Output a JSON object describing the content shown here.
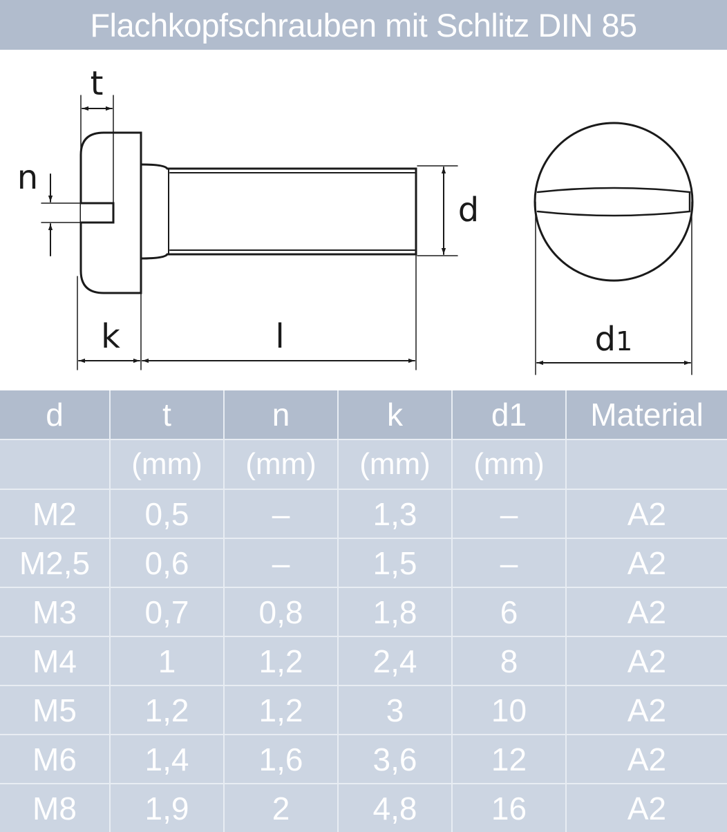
{
  "title": "Flachkopfschrauben mit Schlitz DIN 85",
  "diagram": {
    "labels": {
      "t": "t",
      "n": "n",
      "k": "k",
      "l": "l",
      "d": "d",
      "d1_base": "d",
      "d1_sub": "1"
    }
  },
  "table": {
    "headers": [
      "d",
      "t",
      "n",
      "k",
      "d1",
      "Material"
    ],
    "units": [
      "",
      "(mm)",
      "(mm)",
      "(mm)",
      "(mm)",
      ""
    ],
    "rows": [
      [
        "M2",
        "0,5",
        "–",
        "1,3",
        "–",
        "A2"
      ],
      [
        "M2,5",
        "0,6",
        "–",
        "1,5",
        "–",
        "A2"
      ],
      [
        "M3",
        "0,7",
        "0,8",
        "1,8",
        "6",
        "A2"
      ],
      [
        "M4",
        "1",
        "1,2",
        "2,4",
        "8",
        "A2"
      ],
      [
        "M5",
        "1,2",
        "1,2",
        "3",
        "10",
        "A2"
      ],
      [
        "M6",
        "1,4",
        "1,6",
        "3,6",
        "12",
        "A2"
      ],
      [
        "M8",
        "1,9",
        "2",
        "4,8",
        "16",
        "A2"
      ]
    ]
  },
  "colors": {
    "header_bg": "#b1bccd",
    "table_bg": "#ccd5e2",
    "grid_line": "#e8edf3",
    "text": "#ffffff",
    "drawing": "#1a1a1a"
  }
}
